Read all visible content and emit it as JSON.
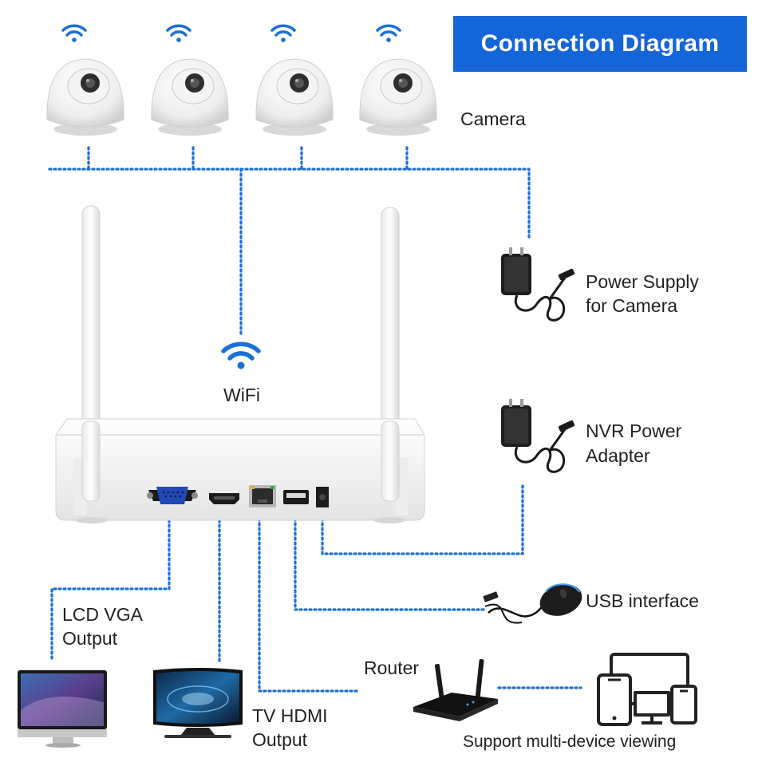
{
  "title": "Connection Diagram",
  "labels": {
    "camera": "Camera",
    "wifi": "WiFi",
    "power_camera_line1": "Power Supply",
    "power_camera_line2": "for Camera",
    "nvr_power_line1": "NVR Power",
    "nvr_power_line2": "Adapter",
    "usb": "USB interface",
    "lcd_line1": "LCD VGA",
    "lcd_line2": "Output",
    "tv_line1": "TV HDMI",
    "tv_line2": "Output",
    "router": "Router",
    "multi_device": "Support multi-device viewing"
  },
  "colors": {
    "accent": "#1565d8",
    "connector": "#1b6fd6",
    "text": "#222222"
  },
  "icons": [
    "wifi-icon",
    "dome-camera",
    "power-adapter",
    "nvr-recorder",
    "antenna",
    "mouse",
    "monitor",
    "router",
    "multi-device-icon"
  ]
}
